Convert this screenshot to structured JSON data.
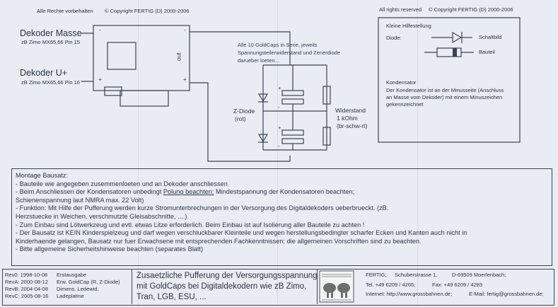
{
  "header": {
    "left_rights": "Alle Rechte vorbehalten",
    "left_copyright": "© Copyright FERTIG (D) 2000-2006",
    "right_rights": "All rights reserved",
    "right_copyright": "© Copyright FERTIG (D) 2000-2006"
  },
  "decoder": {
    "masse_label": "Dekoder Masse",
    "masse_sub": "zB Zimo MX65,66 Pin 15",
    "uplus_label": "Dekoder U+",
    "uplus_sub": "zB Zimo MX65,66 Pin 16",
    "pin_minus": "-",
    "pin_plus": "+",
    "out_label": "out"
  },
  "circuit": {
    "goldcap_note": [
      "Alle 10 GoldCaps in Serie, jeweils",
      "Spannungsteilerwiderstand und Zenerdiode",
      "darueber loeten..."
    ],
    "zdiode_label": "Z-Diode",
    "zdiode_color": "(rot)",
    "resistor_label": "Widerstand",
    "resistor_value": "1 kOhm",
    "resistor_color": "(br-schw-rt)",
    "cap_plus": "+",
    "cap_minus": "-"
  },
  "help": {
    "title": "Kleine Hilfestellung",
    "diode_label": "Diode:",
    "schaltbild": "Schaltbild",
    "bauteil": "Bauteil",
    "kondensator_title": "Kondensator",
    "kondensator_text": [
      "Der Kondensator ist an der Minusseite (Anschluss",
      "an Masse vom Dekoder) mit einem Minuszeichen",
      "gekennzeichnet"
    ]
  },
  "instructions": {
    "title": "Montage Bausatz:",
    "lines": [
      "- Bauteile wie angegeben zusemmenloeten und an Dekoder anschliessen",
      "- Beim Anschliessen der Kondensatoren unbedingt ",
      "  Schienenspannung laut NMRA max. 22 Volt)",
      "- Funktion: Mit Hilfe der Pufferung werden kurze Stromunterbrechungen in der Versorgung des Digitaldekoders  ueberbrueckt. (zB.",
      "  Herzstuecke in Weichen, verschmutzte Gleisabschnitte, ....)",
      "- Zum Einbau sind Lötwerkzeug und evtl. etwas Litze erforderlich. Beim Einbau ist auf Isolierung aller Bauteile zu achten !",
      "- Der Bausatz ist KEIN Kinderspielzeug und darf wegen verschluckbarer Kleinteile und wegen herstellungsbedingter scharfer Ecken und Kanten auch nicht in",
      "  Kinderhaende gelangen, Bausatz nur fuer Erwachsene mit entsprechenden Fachkenntnissen; die allgemeinen Vorschriften sind zu beachten.",
      "- Bitte allgemeine Sicherheitshinweise beachten (separates Blatt)"
    ],
    "polung": "Polung beachten:",
    "polung_rest": "  Mindestspannung der Kondensatoren beachten;"
  },
  "footer": {
    "revisions": [
      {
        "rev": "Rev0: 1998-10-08",
        "text": "Erstausgabe"
      },
      {
        "rev": "RevA: 2000-08-12",
        "text": "Erw. GoldCap (R, Z-Diode)"
      },
      {
        "rev": "RevB: 2004-04-08",
        "text": "Dimens. Ledewid."
      },
      {
        "rev": "RevC: 2005-08-16",
        "text": "Ladeplatine"
      }
    ],
    "product": [
      "Zusaetzliche Pufferung  der Versorgungsspannung",
      "mit GoldCaps bei Digitaldekodern wie zB Zimo,",
      "Tran, LGB, ESU, ..."
    ],
    "company": "FERTIG;",
    "street": "Schuberstrasse 1,",
    "city": "D-69509 Moerlenbach;",
    "phone": "Tel.  +49 6209 / 4265;",
    "fax": "Fax: +49 6209 / 4283",
    "internet": "Internet: http://www.grossbahnen.de;",
    "email": "E-Mail: fertig@grossbahnen.de;"
  }
}
